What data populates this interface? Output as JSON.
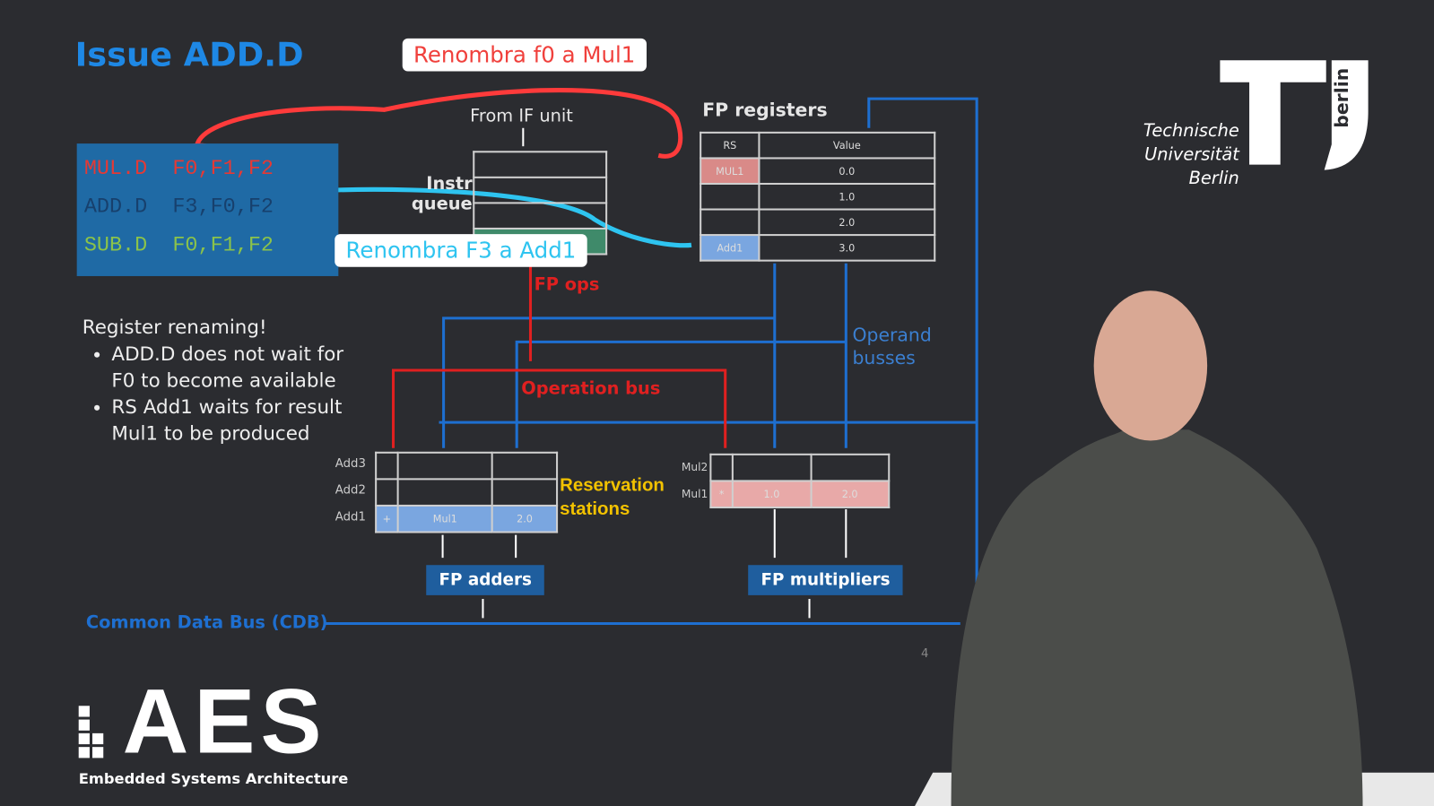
{
  "slide": {
    "title": "Issue ADD.D",
    "callout_top": "Renombra f0 a Mul1",
    "callout_mid": "Renombra F3 a Add1",
    "instructions": [
      {
        "op": "MUL.D",
        "args": "F0,F1,F2",
        "color": "#e53935"
      },
      {
        "op": "ADD.D",
        "args": "F3,F0,F2",
        "color": "#17406d"
      },
      {
        "op": "SUB.D",
        "args": "F0,F1,F2",
        "color": "#8bc34a"
      }
    ],
    "from_if": "From IF unit",
    "instr_queue": [
      "Instr",
      "queue"
    ],
    "fp_ops": "FP ops",
    "operation_bus": "Operation bus",
    "operand_busses": [
      "Operand",
      "busses"
    ],
    "fp_registers": {
      "title": "FP registers",
      "headers": [
        "RS",
        "Value"
      ],
      "rows": [
        {
          "rs": "MUL1",
          "value": "0.0"
        },
        {
          "rs": "",
          "value": "1.0"
        },
        {
          "rs": "",
          "value": "2.0"
        },
        {
          "rs": "Add1",
          "value": "3.0"
        }
      ]
    },
    "add_rs": [
      {
        "name": "Add3",
        "op": "",
        "a": "",
        "b": ""
      },
      {
        "name": "Add2",
        "op": "",
        "a": "",
        "b": ""
      },
      {
        "name": "Add1",
        "op": "+",
        "a": "Mul1",
        "b": "2.0"
      }
    ],
    "mul_rs": [
      {
        "name": "Mul2",
        "op": "",
        "a": "",
        "b": ""
      },
      {
        "name": "Mul1",
        "op": "*",
        "a": "1.0",
        "b": "2.0"
      }
    ],
    "reservation_stations": [
      "Reservation",
      "stations"
    ],
    "fp_adders": "FP adders",
    "fp_multipliers": "FP multipliers",
    "cdb": "Common Data Bus (CDB)",
    "notes": {
      "heading": "Register renaming!",
      "bullets": [
        "ADD.D does not wait for F0 to become available",
        "RS Add1 waits for result Mul1 to be produced"
      ]
    },
    "page_number": "4"
  },
  "branding": {
    "tu_lines": [
      "Technische",
      "Universität",
      "Berlin"
    ],
    "tu_vertical": "berlin",
    "aes": "AES",
    "aes_sub": "Embedded Systems Architecture"
  }
}
